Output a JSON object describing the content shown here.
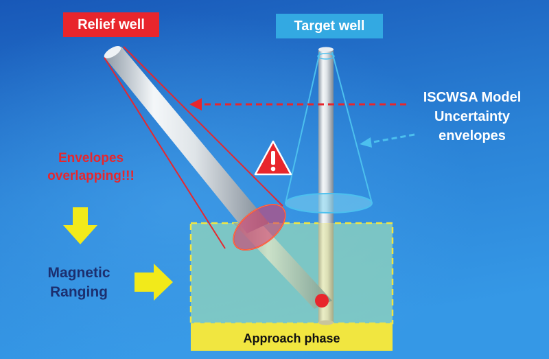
{
  "labels": {
    "relief_well": "Relief well",
    "target_well": "Target well",
    "iscwsa": [
      "ISCWSA Model",
      "Uncertainty",
      "envelopes"
    ],
    "overlap": [
      "Envelopes",
      "overlapping!!!"
    ],
    "ranging": [
      "Magnetic",
      "Ranging"
    ],
    "approach_phase": "Approach phase"
  },
  "icons": {
    "warning": "warning-triangle-icon",
    "down_arrow": "down-arrow-icon",
    "right_arrow": "right-arrow-icon"
  },
  "colors": {
    "relief": "#e8262c",
    "target": "#3bb3e6",
    "zone": "#9bd8c2",
    "zone_border": "#f2e642",
    "bar": "#f1e640",
    "arrow_yellow": "#f2ea1a",
    "ranging_text": "#1c2f6f",
    "background_top": "#1c64c0",
    "background_bottom": "#2d8fdf"
  }
}
